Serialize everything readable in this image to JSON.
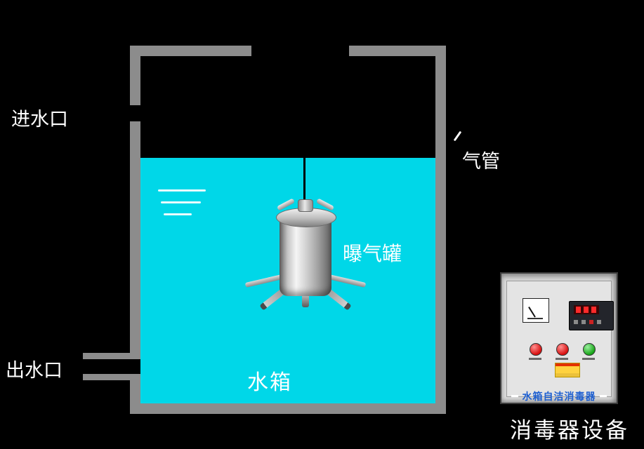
{
  "colors": {
    "background": "#000000",
    "water": "#00d7e8",
    "wall": "#8c8c8c",
    "label": "#ffffff",
    "cabinet-body": "#d9d9d9",
    "cabinet-label": "#1e5fd0",
    "indicator-red": "#d80f0f",
    "indicator-green": "#17a517",
    "warning-yellow": "#ffd23f"
  },
  "labels": {
    "inlet": "进水口",
    "outlet": "出水口",
    "air_pipe": "气管",
    "aeration_tank": "曝气罐",
    "water_tank": "水箱",
    "cabinet_title": "水箱自洁消毒器",
    "caption": "消毒器设备"
  }
}
